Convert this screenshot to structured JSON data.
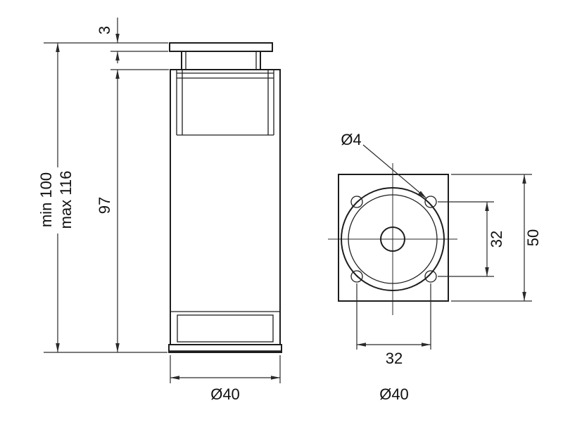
{
  "drawing": {
    "side_view": {
      "flange_thickness": "3",
      "height_min": "min 100",
      "height_max": "max 116",
      "body_height": "97",
      "diameter": "Ø40"
    },
    "top_view": {
      "hole_diameter": "Ø4",
      "hole_spacing_vertical": "32",
      "plate_size": "50",
      "hole_spacing_horizontal": "32",
      "diameter": "Ø40"
    },
    "colors": {
      "line": "#1d1d1d",
      "dimension": "#2a2a2a",
      "background": "#ffffff"
    }
  }
}
